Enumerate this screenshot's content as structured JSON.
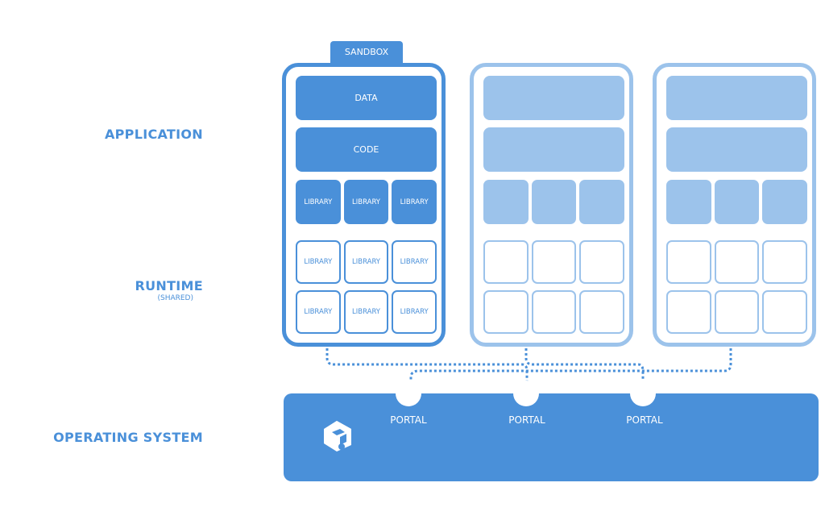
{
  "layers": {
    "application": "APPLICATION",
    "runtime": "RUNTIME",
    "runtime_note": "(SHARED)",
    "os": "OPERATING SYSTEM"
  },
  "sandbox": {
    "tab_label": "SANDBOX",
    "data_label": "DATA",
    "code_label": "CODE",
    "library_label": "LIBRARY"
  },
  "portals": [
    "PORTAL",
    "PORTAL",
    "PORTAL"
  ],
  "colors": {
    "primary": "#4a90d9",
    "inactive": "#9cc3eb",
    "background": "#ffffff"
  },
  "icons": {
    "os_logo": "flatpak-logo-icon"
  }
}
